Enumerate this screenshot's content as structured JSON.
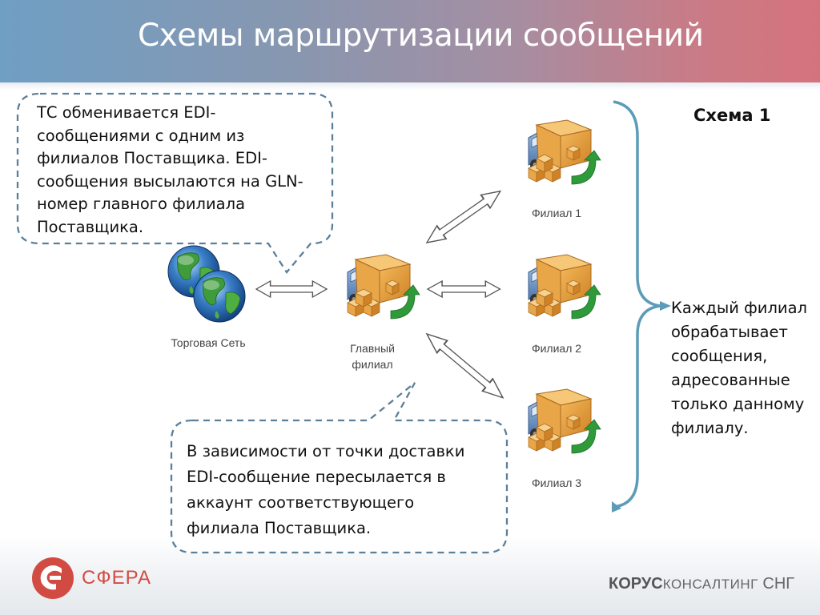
{
  "slide": {
    "title": "Схемы маршрутизации сообщений"
  },
  "callout_top": {
    "text": "ТС обменивается EDI-сообщениями с одним из филиалов Поставщика. EDI-сообщения высылаются на GLN-номер главного филиала Поставщика.",
    "lines": [
      "ТС обменивается EDI-",
      "сообщениями с одним из",
      "филиалов Поставщика. EDI-",
      "сообщения высылаются на GLN-",
      "номер главного филиала",
      "Поставщика."
    ]
  },
  "callout_bottom": {
    "text": "В зависимости от точки доставки EDI-сообщение пересылается в аккаунт соответствующего филиала Поставщика.",
    "lines": [
      "В зависимости от точки доставки",
      "EDI-сообщение пересылается в",
      "аккаунт соответствующего",
      "филиала Поставщика."
    ]
  },
  "nodes": {
    "retail_network": {
      "label": "Торговая Сеть",
      "icon": "globe-icon"
    },
    "main_branch": {
      "label_line1": "Главный",
      "label_line2": "филиал",
      "icon": "delivery-truck-icon"
    },
    "branch_1": {
      "label": "Филиал 1",
      "icon": "delivery-truck-icon"
    },
    "branch_2": {
      "label": "Филиал 2",
      "icon": "delivery-truck-icon"
    },
    "branch_3": {
      "label": "Филиал 3",
      "icon": "delivery-truck-icon"
    }
  },
  "scheme": {
    "title": "Схема 1",
    "note": "Каждый филиал обрабатывает сообщения, адресованные только данному филиалу.",
    "note_lines": [
      "Каждый филиал",
      "обрабатывает",
      "сообщения,",
      "адресованные",
      "только данному",
      "филиалу."
    ]
  },
  "footer": {
    "left_logo_text": "СФЕРА",
    "right_logo_bold": "КОРУС",
    "right_logo_regular": "КОНСАЛТИНГ",
    "right_logo_suffix": "СНГ"
  },
  "colors": {
    "header_start": "#6f9fc4",
    "header_end": "#d5737d",
    "callout_border": "#5b7f99",
    "bracket": "#5c9cb8",
    "truck_box": "#e39a3b",
    "truck_cab": "#6a93c7",
    "arrow_green": "#2e9a3a",
    "sfera_red": "#d24b43"
  }
}
